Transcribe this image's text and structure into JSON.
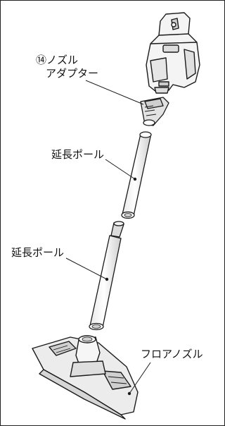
{
  "labels": {
    "nozzle_adapter_line1": "⑭ノズル",
    "nozzle_adapter_line2": "アダプター",
    "extension_pole_upper": "延長ポール",
    "extension_pole_lower": "延長ポール",
    "floor_nozzle": "フロアノズル"
  },
  "colors": {
    "line": "#1a1a1a",
    "fill_light": "#f2f2f2",
    "fill_mid": "#d9d9d9",
    "fill_dark": "#bdbdbd",
    "border": "#222222"
  }
}
